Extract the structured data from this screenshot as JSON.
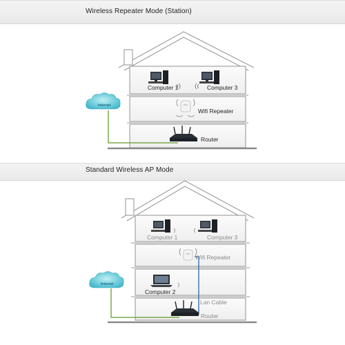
{
  "diagrams": [
    {
      "title": "Wireless Repeater Mode (Station)",
      "cloud": "Internet",
      "labels": {
        "computer1": "Computer 1",
        "computer3": "Computer 3",
        "repeater": "Wifi Repeater",
        "router": "Router"
      }
    },
    {
      "title": "Standard Wireless AP Mode",
      "cloud": "Internet",
      "labels": {
        "computer1": "Computer 1",
        "computer3": "Computer 3",
        "repeater": "Wifi Repeater",
        "computer2": "Computer 2",
        "lan_cable": "Lan Cable",
        "router": "Router"
      }
    }
  ],
  "colors": {
    "house_line": "#9a9a9a",
    "cable_green": "#7aa84a",
    "cable_blue": "#3a6fb0",
    "cloud": "#5cc7d6",
    "device_dark": "#2a2f35"
  }
}
